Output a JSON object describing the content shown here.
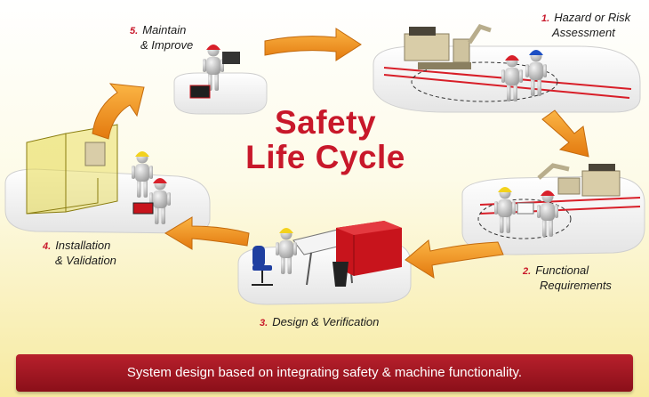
{
  "title": {
    "line1": "Safety",
    "line2": "Life Cycle"
  },
  "steps": [
    {
      "number": "1.",
      "line1": "Hazard or Risk",
      "line2": "Assessment"
    },
    {
      "number": "2.",
      "line1": "Functional",
      "line2": "Requirements"
    },
    {
      "number": "3.",
      "line1": "Design & Verification",
      "line2": ""
    },
    {
      "number": "4.",
      "line1": "Installation",
      "line2": "& Validation"
    },
    {
      "number": "5.",
      "line1": "Maintain",
      "line2": "& Improve"
    }
  ],
  "banner": {
    "text": "System design based on integrating safety & machine functionality."
  },
  "colors": {
    "title": "#c8182a",
    "arrow": "#f29a1e",
    "banner": "#9c1620",
    "hardhat_red": "#d8202a",
    "hardhat_yellow": "#f3d21d",
    "hardhat_blue": "#1d4fc4"
  },
  "icons": [
    "hardhat-worker",
    "laptop",
    "toolbox",
    "robot-arm",
    "safety-fence",
    "drafting-table",
    "filing-cabinet",
    "office-chair",
    "waste-bin",
    "clipboard"
  ]
}
